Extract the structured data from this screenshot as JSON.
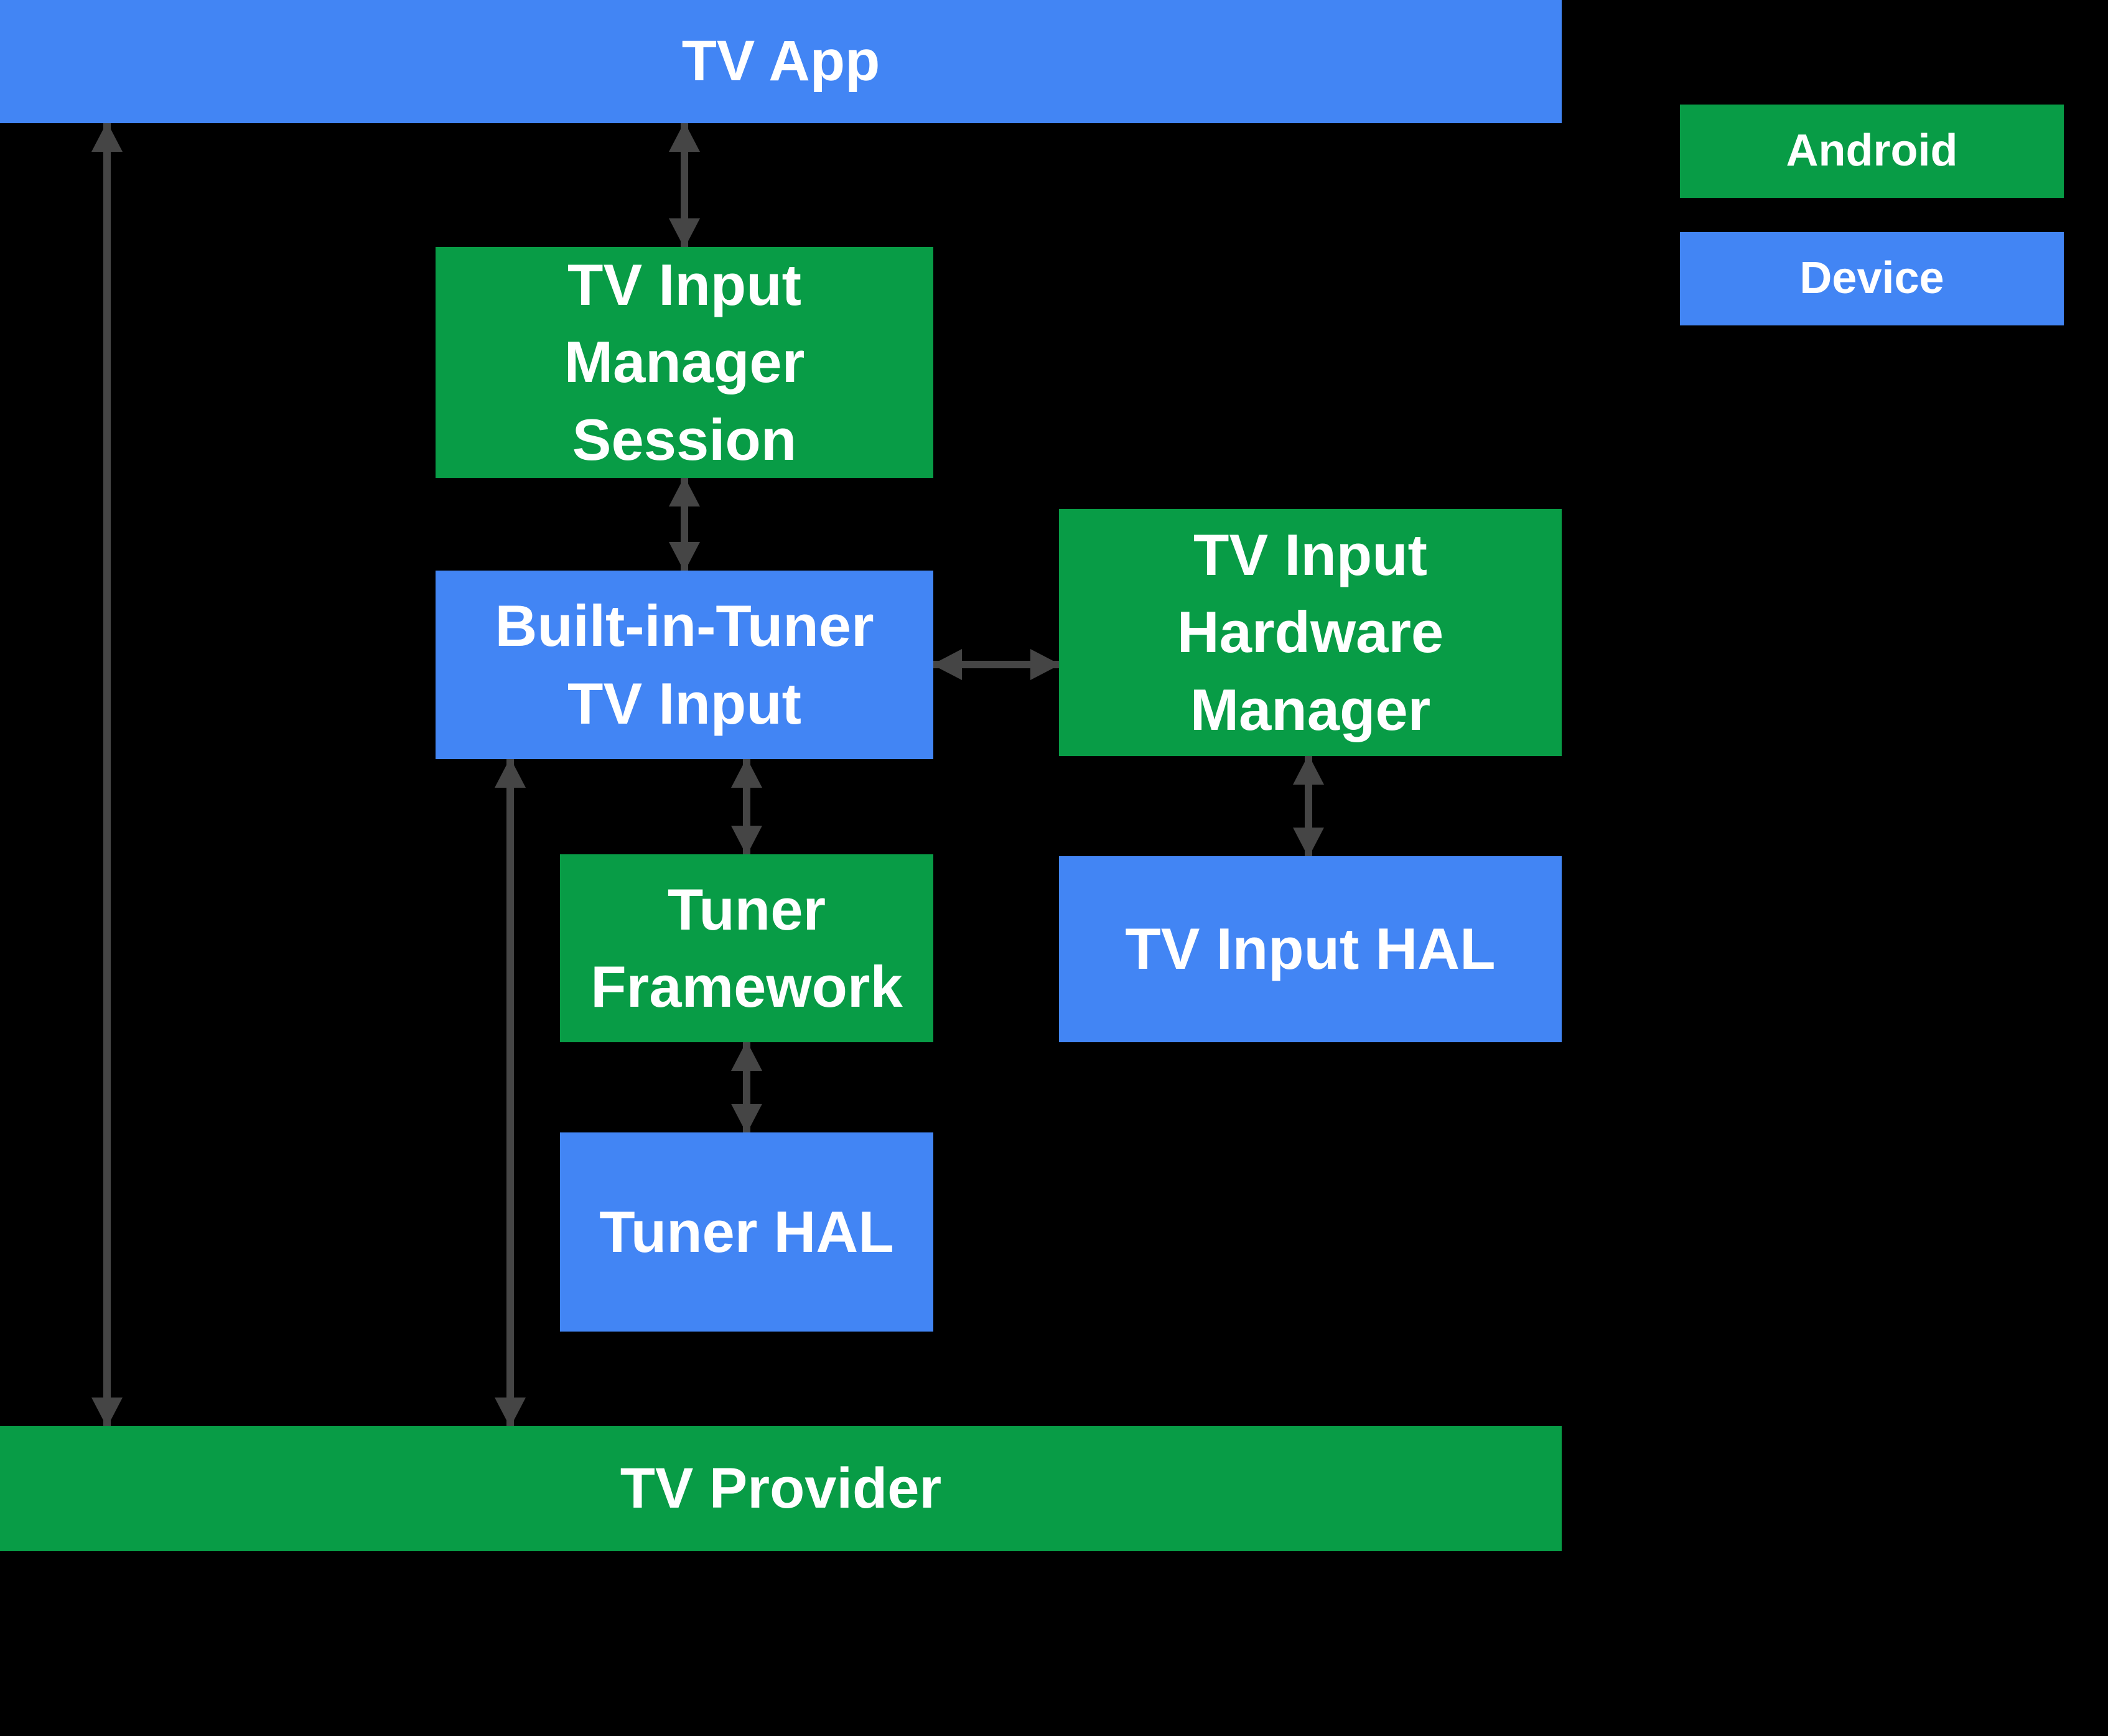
{
  "colors": {
    "android_green": "#089C46",
    "device_blue": "#4285F4",
    "arrow_gray": "#454545",
    "background": "#000000",
    "text": "#FFFFFF"
  },
  "boxes": {
    "tv_app": {
      "label": "TV App",
      "type": "device"
    },
    "tv_input_manager_session": {
      "label": "TV Input\nManager\nSession",
      "type": "android"
    },
    "built_in_tuner": {
      "label": "Built-in-Tuner\nTV Input",
      "type": "device"
    },
    "tv_input_hardware_manager": {
      "label": "TV Input\nHardware\nManager",
      "type": "android"
    },
    "tuner_framework": {
      "label": "Tuner\nFramework",
      "type": "android"
    },
    "tv_input_hal": {
      "label": "TV Input HAL",
      "type": "device"
    },
    "tuner_hal": {
      "label": "Tuner HAL",
      "type": "device"
    },
    "tv_provider": {
      "label": "TV Provider",
      "type": "android"
    }
  },
  "legend": {
    "items": [
      {
        "label": "Android",
        "type": "android"
      },
      {
        "label": "Device",
        "type": "device"
      }
    ]
  },
  "connections": [
    {
      "from": "tv_app",
      "to": "tv_provider",
      "bidirectional": true
    },
    {
      "from": "tv_app",
      "to": "tv_input_manager_session",
      "bidirectional": true
    },
    {
      "from": "tv_input_manager_session",
      "to": "built_in_tuner",
      "bidirectional": true
    },
    {
      "from": "built_in_tuner",
      "to": "tv_input_hardware_manager",
      "bidirectional": true
    },
    {
      "from": "tv_input_hardware_manager",
      "to": "tv_input_hal",
      "bidirectional": true
    },
    {
      "from": "built_in_tuner",
      "to": "tuner_framework",
      "bidirectional": true
    },
    {
      "from": "tuner_framework",
      "to": "tuner_hal",
      "bidirectional": true
    },
    {
      "from": "built_in_tuner",
      "to": "tv_provider",
      "bidirectional": true
    }
  ]
}
